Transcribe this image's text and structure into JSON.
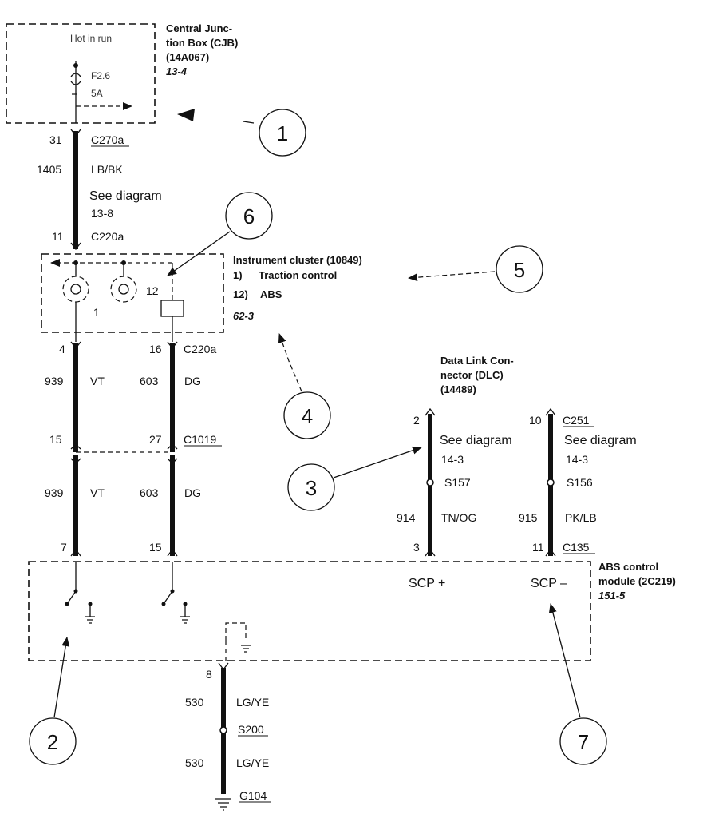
{
  "colors": {
    "ink": "#111111",
    "paper": "#ffffff"
  },
  "cjb": {
    "title_line1": "Central Junc-",
    "title_line2": "tion Box (CJB)",
    "title_line3": "(14A067)",
    "ref": "13-4",
    "hot_label": "Hot in run",
    "fuse_id": "F2.6",
    "fuse_rating": "5A"
  },
  "wire_cjb": {
    "pin": "31",
    "connector": "C270a",
    "circuit": "1405",
    "color": "LB/BK",
    "see_diagram": "See diagram",
    "see_ref": "13-8",
    "pin_cluster": "11",
    "connector_cluster": "C220a"
  },
  "cluster": {
    "title": "Instrument cluster (10849)",
    "item1_num": "1)",
    "item1_label": "Traction control",
    "item2_num": "12)",
    "item2_label": "ABS",
    "ref": "62-3",
    "lamp1_label": "1",
    "lamp2_label": "12"
  },
  "wires_mid": {
    "left_pin_top": "4",
    "right_pin_top": "16",
    "connector_top": "C220a",
    "left_circuit": "939",
    "left_color": "VT",
    "right_circuit": "603",
    "right_color": "DG",
    "left_pin_c1019": "15",
    "right_pin_c1019": "27",
    "connector_c1019": "C1019",
    "left_pin_abs": "7",
    "right_pin_abs": "15"
  },
  "dlc": {
    "title_line1": "Data Link Con-",
    "title_line2": "nector (DLC)",
    "title_line3": "(14489)",
    "left_pin": "2",
    "right_pin": "10",
    "connector": "C251",
    "see_diagram_left": "See diagram",
    "see_diagram_right": "See diagram",
    "see_ref_left": "14-3",
    "see_ref_right": "14-3",
    "splice_left": "S157",
    "splice_right": "S156",
    "left_circuit": "914",
    "left_color": "TN/OG",
    "right_circuit": "915",
    "right_color": "PK/LB",
    "left_pin_abs": "3",
    "right_pin_abs": "11",
    "connector_abs": "C135"
  },
  "abs": {
    "title_line1": "ABS control",
    "title_line2": "module (2C219)",
    "ref": "151-5",
    "scp_plus": "SCP +",
    "scp_minus": "SCP –"
  },
  "ground": {
    "pin": "8",
    "circuit1": "530",
    "color1": "LG/YE",
    "splice": "S200",
    "circuit2": "530",
    "color2": "LG/YE",
    "ground_point": "G104"
  },
  "callouts": [
    "1",
    "2",
    "3",
    "4",
    "5",
    "6",
    "7"
  ]
}
